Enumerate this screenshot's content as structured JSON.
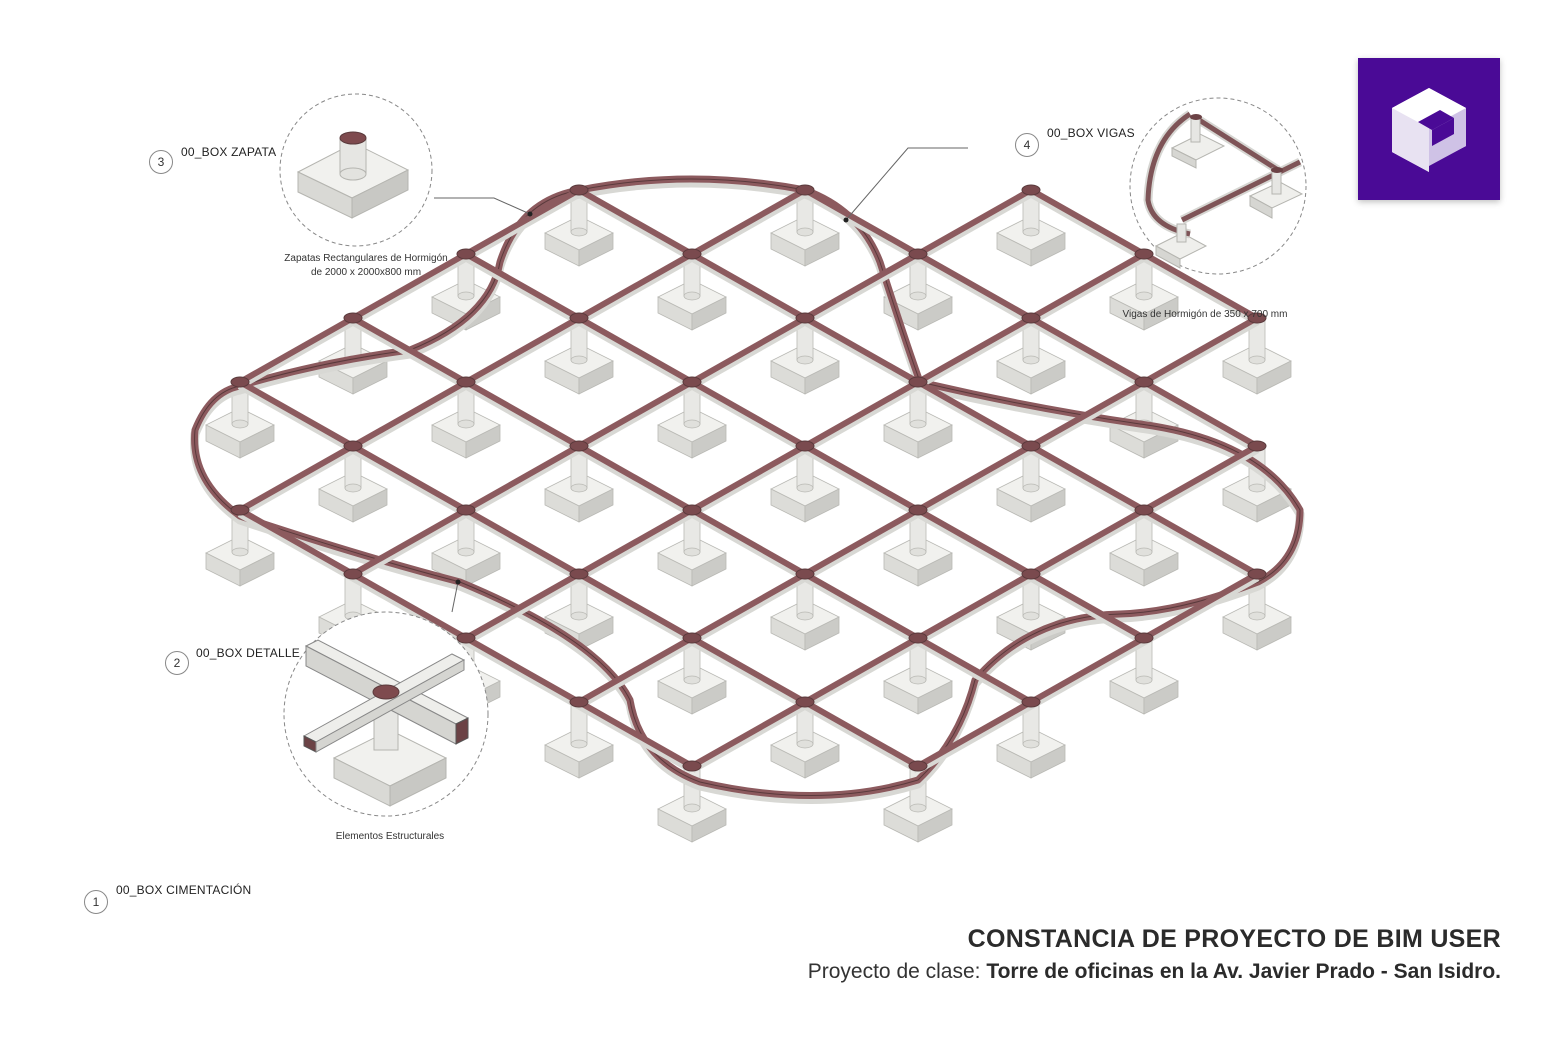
{
  "callouts": [
    {
      "number": "1",
      "label": "00_BOX CIMENTACIÓN"
    },
    {
      "number": "2",
      "label": "00_BOX DETALLE"
    },
    {
      "number": "3",
      "label": "00_BOX ZAPATA"
    },
    {
      "number": "4",
      "label": "00_BOX VIGAS"
    }
  ],
  "captions": {
    "zapata_line1": "Zapatas  Rectangulares de Hormigón",
    "zapata_line2": "de 2000 x 2000x800 mm",
    "vigas": "Vigas de Hormigón de 350 x 700 mm",
    "detalle": "Elementos Estructurales"
  },
  "footer": {
    "title": "CONSTANCIA DE PROYECTO DE BIM USER",
    "subtitle_prefix": "Proyecto de clase: ",
    "subtitle_bold": "Torre de oficinas en la Av. Javier Prado - San Isidro."
  },
  "colors": {
    "beam": "#8c5a5e",
    "beam_edge": "#5a3a3c",
    "concrete": "#e4e4e1",
    "concrete_shade": "#c9c9c5",
    "logo_bg": "#4a0a96"
  },
  "logo": {
    "icon": "bim-cube-logo-icon"
  }
}
